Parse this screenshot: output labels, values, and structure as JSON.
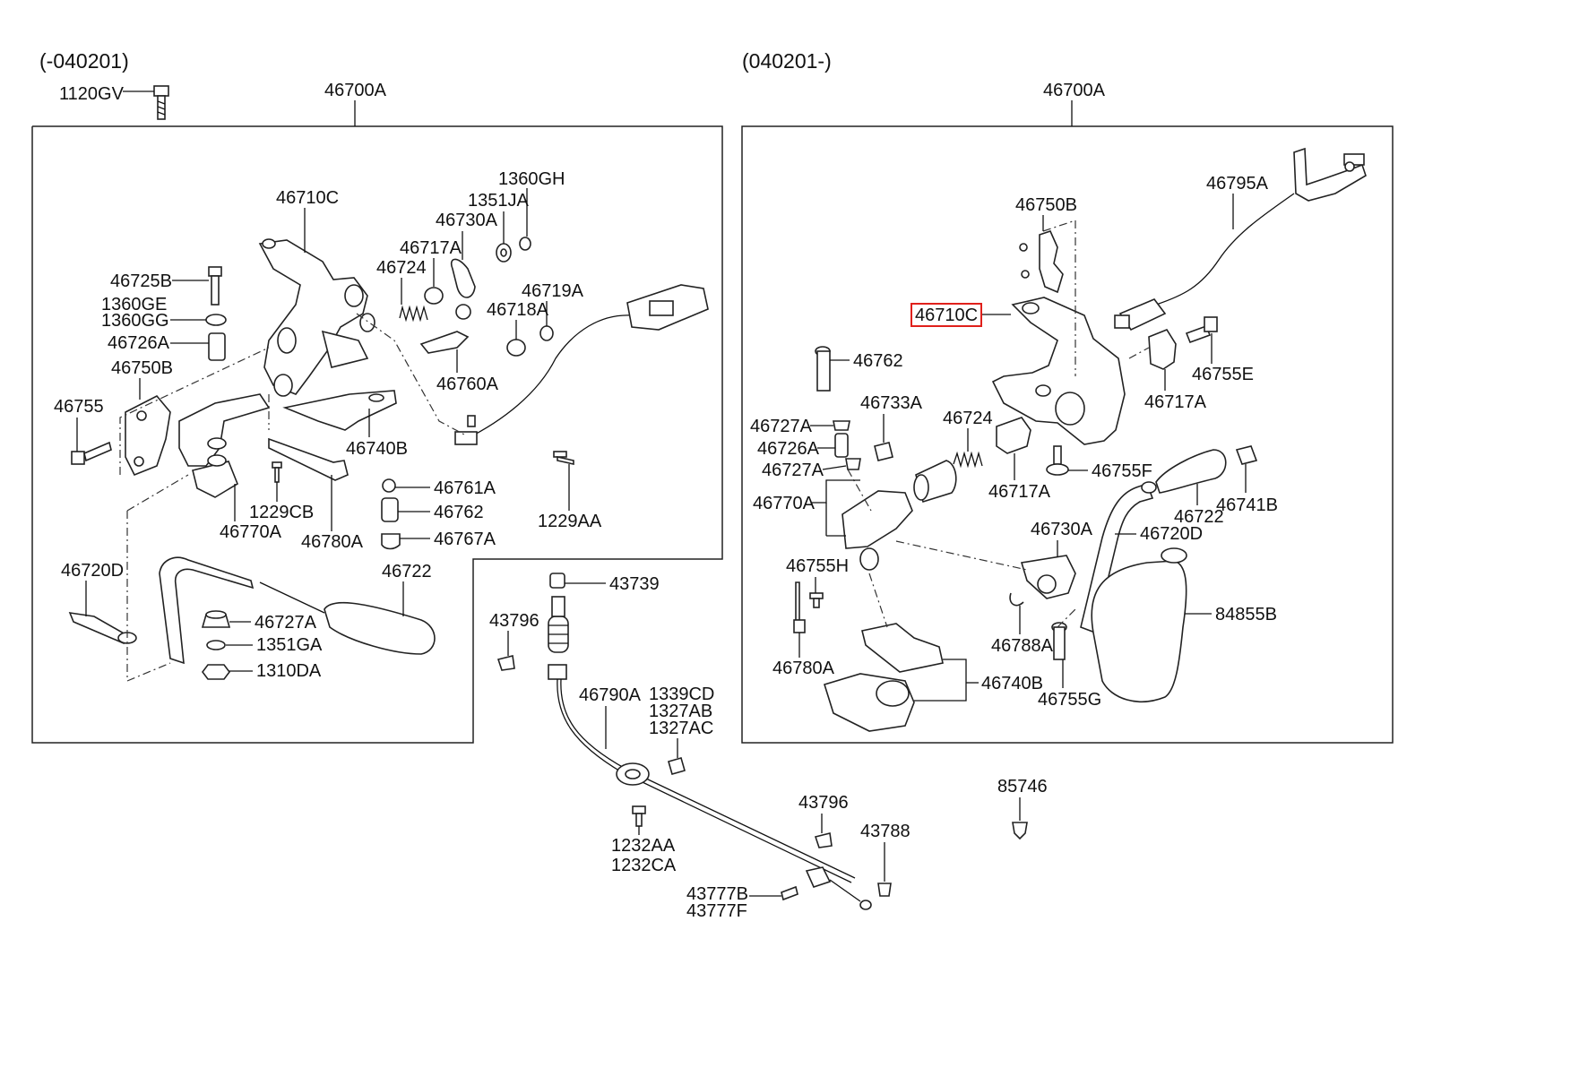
{
  "headers": {
    "left": "(-040201)",
    "right": "(040201-)"
  },
  "labels": {
    "p1120GV": "1120GV",
    "p46700A_left": "46700A",
    "p46710C_left": "46710C",
    "p1360GH": "1360GH",
    "p1351JA": "1351JA",
    "p46730A_left": "46730A",
    "p46717A_left": "46717A",
    "p46724_left": "46724",
    "p46719A": "46719A",
    "p46718A": "46718A",
    "p46725B": "46725B",
    "p1360GE": "1360GE",
    "p1360GG": "1360GG",
    "p46726A_left": "46726A",
    "p46750B_left": "46750B",
    "p46760A": "46760A",
    "p46755_left": "46755",
    "p46740B_left": "46740B",
    "p46761A": "46761A",
    "p1229CB": "1229CB",
    "p46762_left": "46762",
    "p1229AA": "1229AA",
    "p46770A_left": "46770A",
    "p46780A_left": "46780A",
    "p46767A": "46767A",
    "p46720D_left": "46720D",
    "p46722_left": "46722",
    "p46727A_left": "46727A",
    "p1351GA": "1351GA",
    "p1310DA": "1310DA",
    "p43739": "43739",
    "p43796_a": "43796",
    "p46790A": "46790A",
    "p1339CD": "1339CD",
    "p1327AB": "1327AB",
    "p1327AC": "1327AC",
    "p1232AA": "1232AA",
    "p1232CA": "1232CA",
    "p43796_b": "43796",
    "p43788": "43788",
    "p43777B": "43777B",
    "p43777F": "43777F",
    "p46700A_right": "46700A",
    "p46795A": "46795A",
    "p46750B_right": "46750B",
    "p46710C_right": "46710C",
    "p46762_right": "46762",
    "p46755E": "46755E",
    "p46733A": "46733A",
    "p46727A_r1": "46727A",
    "p46724_right": "46724",
    "p46717A_r1": "46717A",
    "p46726A_right": "46726A",
    "p46755F": "46755F",
    "p46727A_r2": "46727A",
    "p46717A_r2": "46717A",
    "p46741B": "46741B",
    "p46770A_right": "46770A",
    "p46722_right": "46722",
    "p46730A_right": "46730A",
    "p46720D_right": "46720D",
    "p46755H": "46755H",
    "p84855B": "84855B",
    "p46788A": "46788A",
    "p46780A_right": "46780A",
    "p46740B_right": "46740B",
    "p46755G": "46755G",
    "p85746": "85746"
  },
  "highlight": "#e0201b"
}
